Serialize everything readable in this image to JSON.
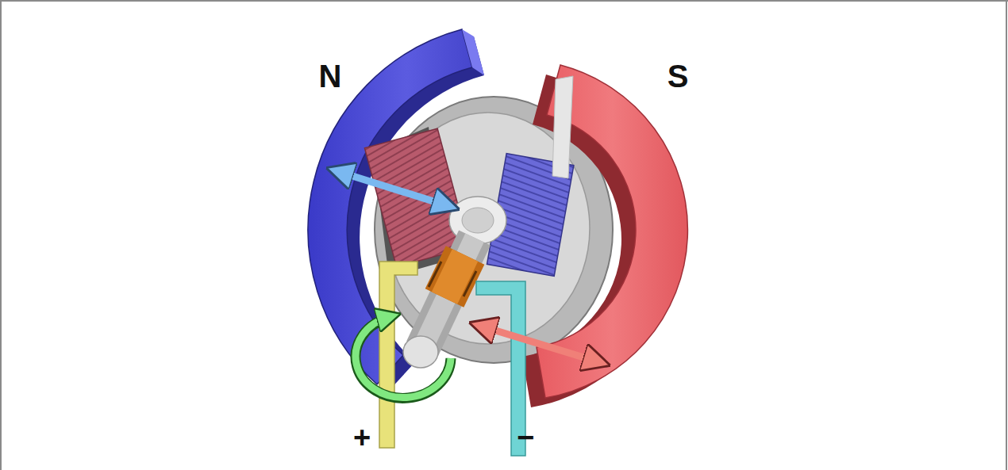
{
  "diagram": {
    "labels": [
      "N",
      "S",
      "+",
      "−"
    ]
  }
}
